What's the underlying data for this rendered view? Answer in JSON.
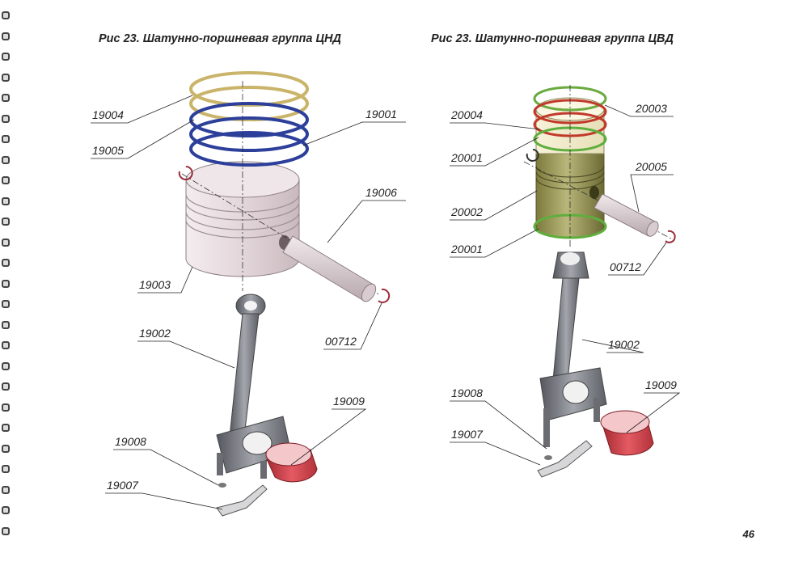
{
  "titles": {
    "left": "Рис 23. Шатунно-поршневая группа ЦНД",
    "right": "Рис 23. Шатунно-поршневая группа ЦВД"
  },
  "left_labels": {
    "ring_top": "19004",
    "ring_second": "19005",
    "ring_oil": "19001",
    "pin": "19006",
    "piston": "19003",
    "rod": "19002",
    "circlip": "00712",
    "bolt": "19008",
    "lock_plate": "19007",
    "bearing": "19009"
  },
  "right_labels": {
    "ring_top": "20004",
    "ring_right": "20003",
    "ring_second": "20001",
    "pin": "20005",
    "piston": "20002",
    "ring_bottom": "20001",
    "circlip": "00712",
    "rod": "19002",
    "bolt": "19008",
    "lock_plate": "19007",
    "bearing": "19009"
  },
  "page_number": "46",
  "colors": {
    "ring_gold": "#c9b46a",
    "ring_blue": "#2c3f9a",
    "ring_green": "#5fae3e",
    "ring_red": "#c0392b",
    "piston_light": "#e8dcdf",
    "piston_olive": "#a9a86a",
    "bearing_red": "#d8454f",
    "rod_gray": "#7d7f86"
  }
}
